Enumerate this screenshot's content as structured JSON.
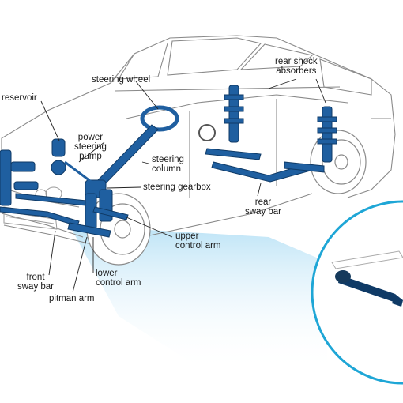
{
  "labels": {
    "reservoir": "reservoir",
    "steering_wheel": "steering wheel",
    "power_steering_pump": [
      "power",
      "steering",
      "pump"
    ],
    "steering_column": [
      "steering",
      "column"
    ],
    "steering_gearbox": "steering gearbox",
    "upper_control_arm": [
      "upper",
      "control arm"
    ],
    "lower_control_arm": [
      "lower",
      "control arm"
    ],
    "pitman_arm": "pitman arm",
    "front_sway_bar": [
      "front",
      "sway bar"
    ],
    "rear_sway_bar": [
      "rear",
      "sway bar"
    ],
    "rear_shock_absorbers": [
      "rear shock",
      "absorbers"
    ]
  },
  "colors": {
    "component_blue": "#1f5fa0",
    "component_dark": "#0f3a66",
    "car_outline": "#8a8a8a",
    "leader_line": "#222222",
    "inset_ring": "#1ea6d6",
    "beam": "#6fc3ec"
  }
}
